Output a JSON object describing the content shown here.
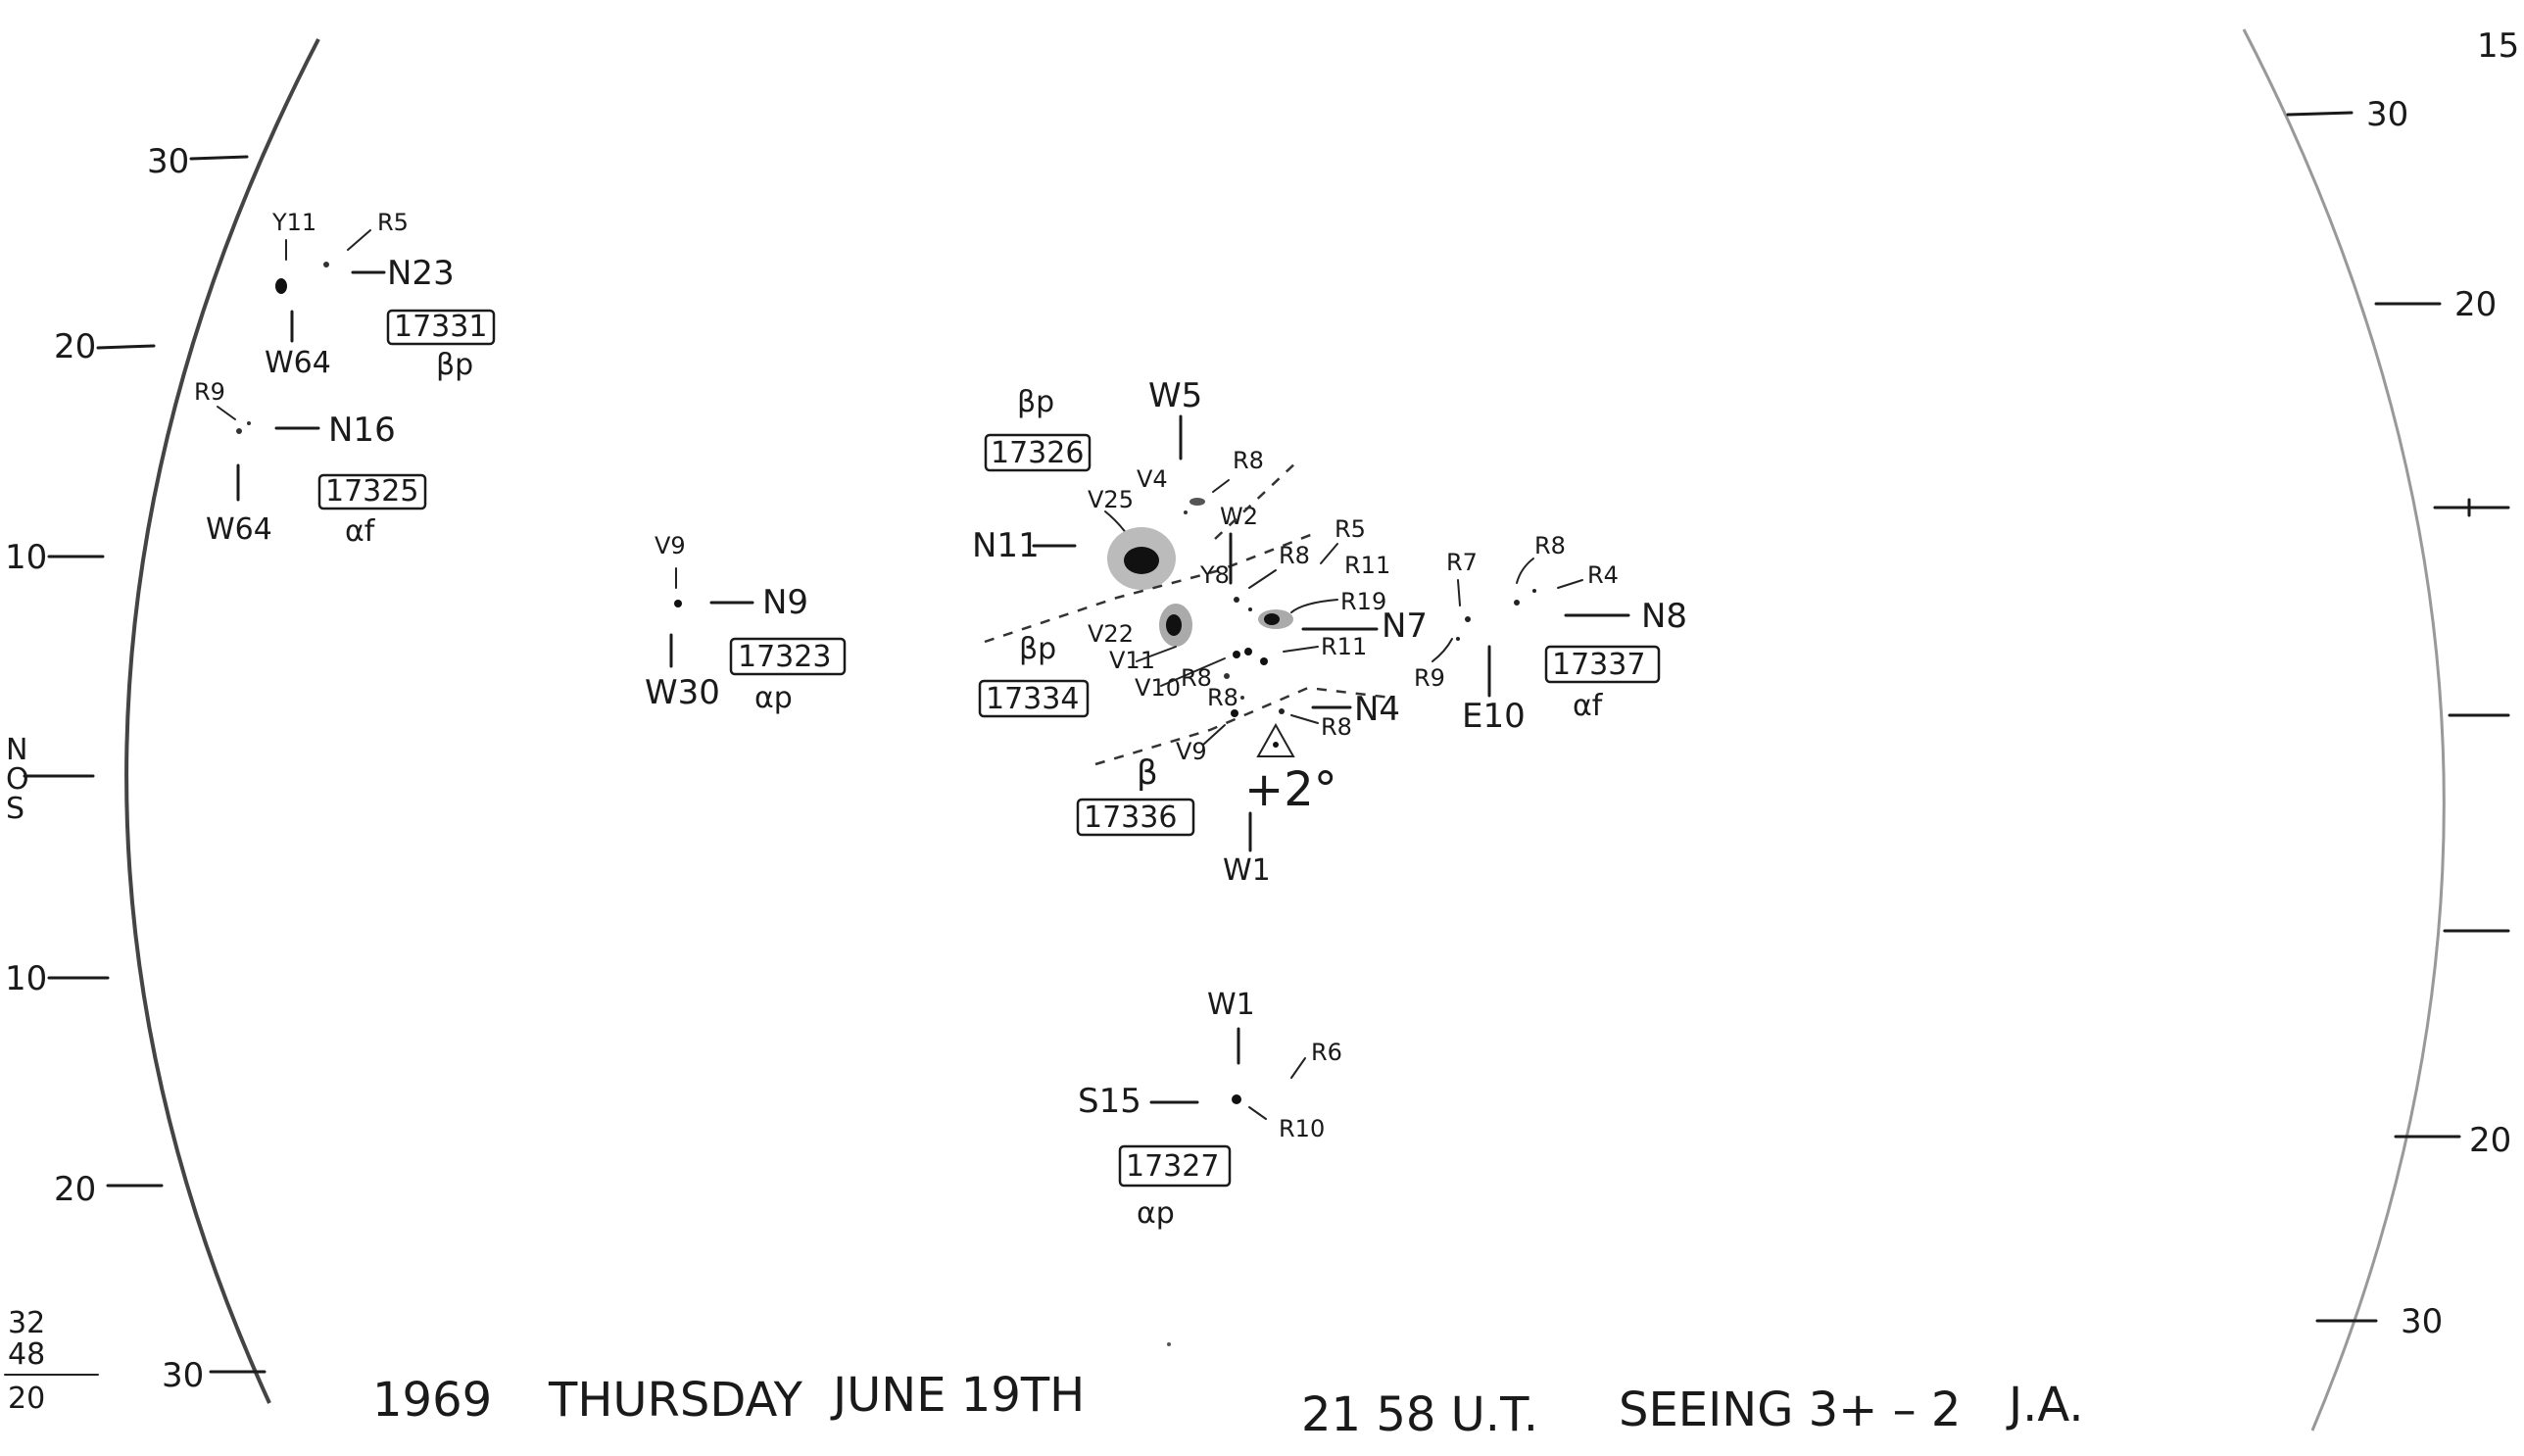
{
  "left_limb_ticks": [
    "30",
    "20",
    "10",
    "10",
    "20",
    "30"
  ],
  "right_limb_ticks": [
    "30",
    "20",
    "20",
    "30"
  ],
  "right_corner_label": "15",
  "axis_label": [
    "N",
    "O",
    "S"
  ],
  "fraction": {
    "top": "32",
    "middle": "48",
    "bottom": "20"
  },
  "groups": {
    "g17331": {
      "number": "17331",
      "class": "βp",
      "north": "N23",
      "west": "W64",
      "spots": [
        "Y11",
        "R5"
      ]
    },
    "g17325": {
      "number": "17325",
      "class": "αf",
      "north": "N16",
      "west": "W64",
      "spots": [
        "R9"
      ]
    },
    "g17323": {
      "number": "17323",
      "class": "αp",
      "north": "N9",
      "west": "W30",
      "spots": [
        "V9"
      ]
    },
    "g17326": {
      "number": "17326",
      "class": "βp",
      "west": "W5",
      "north": "N11",
      "spots": [
        "V25",
        "V4",
        "R8",
        "W2"
      ]
    },
    "g17334": {
      "number": "17334",
      "class": "βp",
      "north": "N7",
      "spots": [
        "R8",
        "R5",
        "R11",
        "Y8",
        "R19",
        "V22",
        "V11",
        "R11",
        "V10",
        "R8",
        "R8"
      ]
    },
    "g17336": {
      "number": "17336",
      "class": "β",
      "north": "N4",
      "west": "W1",
      "offset": "+2°",
      "spots": [
        "V9",
        "R8"
      ]
    },
    "g17337": {
      "number": "17337",
      "class": "αf",
      "north": "N8",
      "east": "E10",
      "spots": [
        "R7",
        "R8",
        "R4",
        "R9"
      ]
    },
    "g17327": {
      "number": "17327",
      "class": "αp",
      "west": "W1",
      "south": "S15",
      "spots": [
        "R6",
        "R10"
      ]
    }
  },
  "footer": {
    "year": "1969",
    "day": "THURSDAY",
    "date": "JUNE 19TH",
    "time": "21 58 U.T.",
    "seeing": "SEEING 3+ – 2",
    "observer": "J.A."
  }
}
